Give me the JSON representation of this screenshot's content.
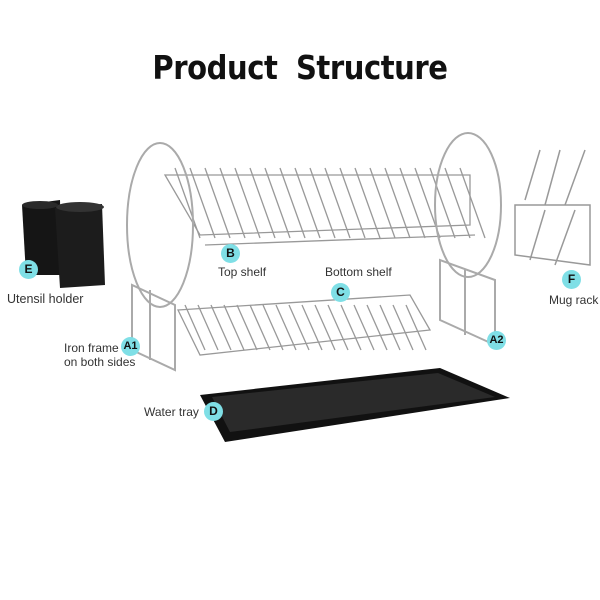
{
  "title": "Product  Structure",
  "parts": {
    "A1": {
      "badge": "A1",
      "label_line1": "Iron frame",
      "label_line2": "on both sides"
    },
    "A2": {
      "badge": "A2"
    },
    "B": {
      "badge": "B",
      "label": "Top shelf"
    },
    "C": {
      "badge": "C",
      "label": "Bottom shelf"
    },
    "D": {
      "badge": "D",
      "label": "Water tray"
    },
    "E": {
      "badge": "E",
      "label": "Utensil holder"
    },
    "F": {
      "badge": "F",
      "label": "Mug rack"
    }
  },
  "colors": {
    "badge": "#7fdfe6",
    "wire": "#9a9a9a",
    "plastic": "#151515"
  }
}
